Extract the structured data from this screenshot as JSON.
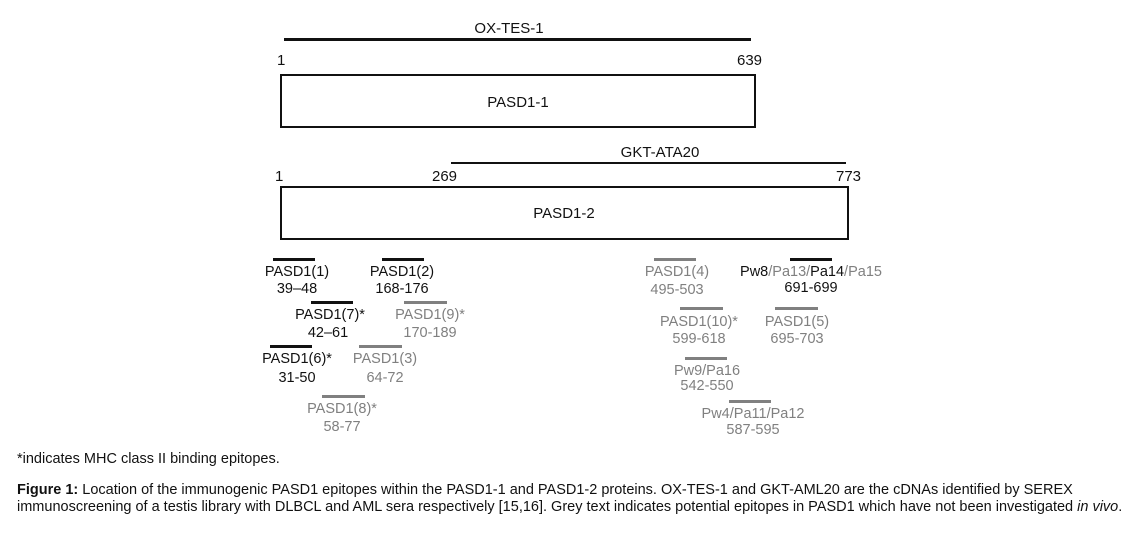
{
  "cdnas": {
    "ox": {
      "label": "OX-TES-1"
    },
    "gkt": {
      "label": "GKT-ATA20"
    }
  },
  "proteins": {
    "pasd1_1": {
      "label": "PASD1-1",
      "start": "1",
      "end": "639"
    },
    "pasd1_2": {
      "label": "PASD1-2",
      "start": "1",
      "mid": "269",
      "end": "773"
    }
  },
  "epitopes": [
    {
      "name": "PASD1(1)",
      "range": "39–48",
      "tone": "black"
    },
    {
      "name": "PASD1(2)",
      "range": "168-176",
      "tone": "black"
    },
    {
      "name": "PASD1(7)*",
      "range": "42–61",
      "tone": "black"
    },
    {
      "name": "PASD1(9)*",
      "range": "170-189",
      "tone": "grey"
    },
    {
      "name": "PASD1(6)*",
      "range": "31-50",
      "tone": "black"
    },
    {
      "name": "PASD1(3)",
      "range": "64-72",
      "tone": "grey"
    },
    {
      "name": "PASD1(8)*",
      "range": "58-77",
      "tone": "grey"
    },
    {
      "name": "PASD1(4)",
      "range": "495-503",
      "tone": "grey"
    },
    {
      "name": "PASD1(10)*",
      "range": "599-618",
      "tone": "grey"
    },
    {
      "name": "PASD1(5)",
      "range": "695-703",
      "tone": "grey"
    },
    {
      "name": "Pw9/Pa16",
      "range": "542-550",
      "tone": "grey"
    },
    {
      "name": "Pw4/Pa11/Pa12",
      "range": "587-595",
      "tone": "grey"
    }
  ],
  "mixed_epitope": {
    "parts": [
      "Pw8",
      "/Pa13/",
      "Pa14",
      "/Pa15"
    ],
    "range": "691-699"
  },
  "footnote": "*indicates MHC class II binding epitopes.",
  "caption": {
    "label": "Figure 1:",
    "text": " Location of the immunogenic PASD1 epitopes within the PASD1-1 and PASD1-2 proteins. OX-TES-1 and GKT-AML20 are the cDNAs identified by SEREX immunoscreening of a testis library with DLBCL and AML sera respectively [15,16]. Grey text indicates potential epitopes in PASD1 which have not been investigated ",
    "italic": "in vivo",
    "end": "."
  },
  "colors": {
    "black": "#111111",
    "grey": "#808080"
  }
}
